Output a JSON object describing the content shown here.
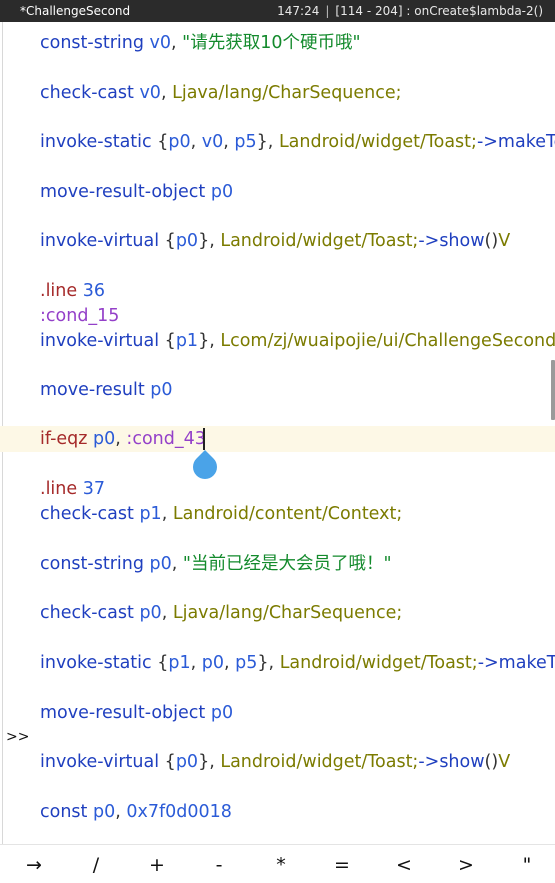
{
  "status": {
    "file_title": "*ChallengeSecond",
    "position": "147:24",
    "selection": "[114 - 204]",
    "method": ": onCreate$lambda-2()"
  },
  "editor": {
    "lines": [
      {
        "tokens": [
          [
            "op",
            "const-string"
          ],
          [
            "sp",
            " "
          ],
          [
            "reg",
            "v0"
          ],
          [
            "punc",
            ", "
          ],
          [
            "str",
            "\"请先获取10个硬币哦\""
          ]
        ]
      },
      {
        "tokens": [
          [
            "op",
            "check-cast"
          ],
          [
            "sp",
            " "
          ],
          [
            "reg",
            "v0"
          ],
          [
            "punc",
            ", "
          ],
          [
            "type",
            "Ljava/lang/CharSequence;"
          ]
        ]
      },
      {
        "tokens": [
          [
            "op",
            "invoke-static"
          ],
          [
            "sp",
            " "
          ],
          [
            "punc",
            "{"
          ],
          [
            "reg",
            "p0"
          ],
          [
            "punc",
            ", "
          ],
          [
            "reg",
            "v0"
          ],
          [
            "punc",
            ", "
          ],
          [
            "reg",
            "p5"
          ],
          [
            "punc",
            "}, "
          ],
          [
            "type",
            "Landroid/widget/Toast;"
          ],
          [
            "arrow",
            "->"
          ],
          [
            "op",
            "makeText"
          ]
        ]
      },
      {
        "tokens": [
          [
            "op",
            "move-result-object"
          ],
          [
            "sp",
            " "
          ],
          [
            "reg",
            "p0"
          ]
        ]
      },
      {
        "tokens": [
          [
            "op",
            "invoke-virtual"
          ],
          [
            "sp",
            " "
          ],
          [
            "punc",
            "{"
          ],
          [
            "reg",
            "p0"
          ],
          [
            "punc",
            "}, "
          ],
          [
            "type",
            "Landroid/widget/Toast;"
          ],
          [
            "arrow",
            "->"
          ],
          [
            "op",
            "show"
          ],
          [
            "punc",
            "()"
          ],
          [
            "type",
            "V"
          ]
        ]
      },
      {
        "tokens": [
          [
            "dir",
            ".line"
          ],
          [
            "sp",
            " "
          ],
          [
            "num",
            "36"
          ]
        ]
      },
      {
        "tokens": [
          [
            "label",
            ":cond_15"
          ]
        ]
      },
      {
        "tokens": [
          [
            "op",
            "invoke-virtual"
          ],
          [
            "sp",
            " "
          ],
          [
            "punc",
            "{"
          ],
          [
            "reg",
            "p1"
          ],
          [
            "punc",
            "}, "
          ],
          [
            "type",
            "Lcom/zj/wuaipojie/ui/ChallengeSecond;"
          ],
          [
            "arrow",
            "->"
          ]
        ]
      },
      {
        "tokens": [
          [
            "op",
            "move-result"
          ],
          [
            "sp",
            " "
          ],
          [
            "reg",
            "p0"
          ]
        ]
      },
      {
        "tokens": [
          [
            "dir",
            "if-eqz"
          ],
          [
            "sp",
            " "
          ],
          [
            "reg",
            "p0"
          ],
          [
            "punc",
            ", "
          ],
          [
            "label",
            ":cond_43"
          ]
        ]
      },
      {
        "tokens": [
          [
            "dir",
            ".line"
          ],
          [
            "sp",
            " "
          ],
          [
            "num",
            "37"
          ]
        ]
      },
      {
        "tokens": [
          [
            "op",
            "check-cast"
          ],
          [
            "sp",
            " "
          ],
          [
            "reg",
            "p1"
          ],
          [
            "punc",
            ", "
          ],
          [
            "type",
            "Landroid/content/Context;"
          ]
        ]
      },
      {
        "tokens": [
          [
            "op",
            "const-string"
          ],
          [
            "sp",
            " "
          ],
          [
            "reg",
            "p0"
          ],
          [
            "punc",
            ", "
          ],
          [
            "str",
            "\"当前已经是大会员了哦！\""
          ]
        ]
      },
      {
        "tokens": [
          [
            "op",
            "check-cast"
          ],
          [
            "sp",
            " "
          ],
          [
            "reg",
            "p0"
          ],
          [
            "punc",
            ", "
          ],
          [
            "type",
            "Ljava/lang/CharSequence;"
          ]
        ]
      },
      {
        "tokens": [
          [
            "op",
            "invoke-static"
          ],
          [
            "sp",
            " "
          ],
          [
            "punc",
            "{"
          ],
          [
            "reg",
            "p1"
          ],
          [
            "punc",
            ", "
          ],
          [
            "reg",
            "p0"
          ],
          [
            "punc",
            ", "
          ],
          [
            "reg",
            "p5"
          ],
          [
            "punc",
            "}, "
          ],
          [
            "type",
            "Landroid/widget/Toast;"
          ],
          [
            "arrow",
            "->"
          ],
          [
            "op",
            "makeText"
          ]
        ]
      },
      {
        "tokens": [
          [
            "op",
            "move-result-object"
          ],
          [
            "sp",
            " "
          ],
          [
            "reg",
            "p0"
          ]
        ]
      },
      {
        "tokens": [
          [
            "op",
            "invoke-virtual"
          ],
          [
            "sp",
            " "
          ],
          [
            "punc",
            "{"
          ],
          [
            "reg",
            "p0"
          ],
          [
            "punc",
            "}, "
          ],
          [
            "type",
            "Landroid/widget/Toast;"
          ],
          [
            "arrow",
            "->"
          ],
          [
            "op",
            "show"
          ],
          [
            "punc",
            "()"
          ],
          [
            "type",
            "V"
          ]
        ]
      },
      {
        "tokens": [
          [
            "op",
            "const"
          ],
          [
            "sp",
            " "
          ],
          [
            "reg",
            "p0"
          ],
          [
            "punc",
            ", "
          ],
          [
            "num",
            "0x7f0d0018"
          ]
        ]
      }
    ],
    "prompt_marker": ">>"
  },
  "keybar": {
    "keys": [
      "→",
      "/",
      "+",
      "-",
      "*",
      "=",
      "<",
      ">",
      "\""
    ]
  },
  "colors": {
    "topbar_bg": "#2b2b2b",
    "highlight_line": "#fdf8e6",
    "caret_drop": "#4aa3e8"
  }
}
